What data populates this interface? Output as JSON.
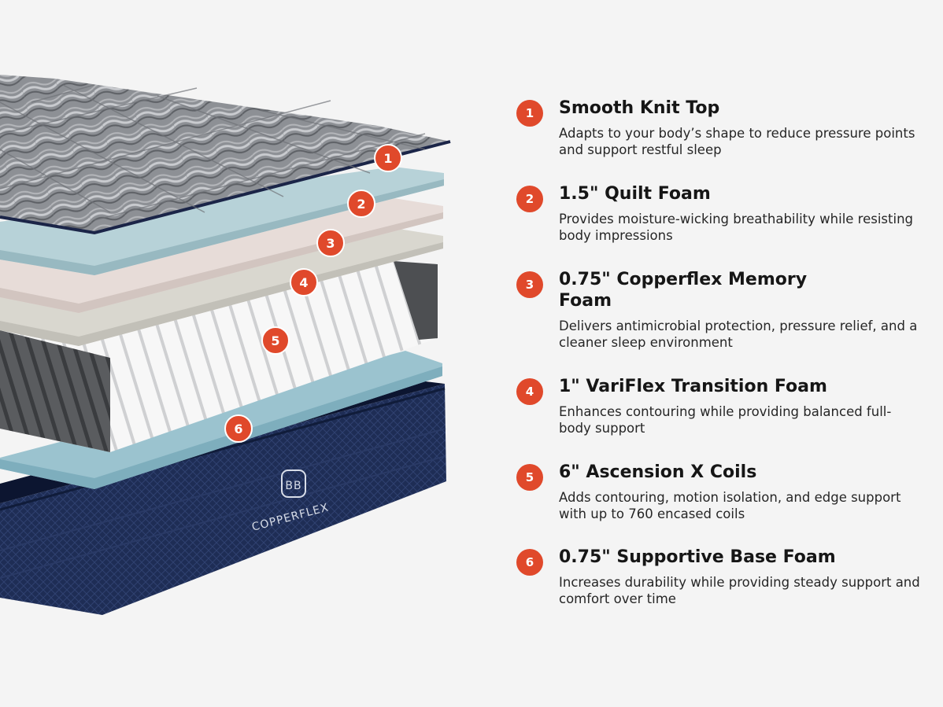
{
  "brand": {
    "name": "COPPERFLEX",
    "monogram": "BB"
  },
  "colors": {
    "accent": "#e0492b",
    "base_cover": "#1d2c52",
    "quilt_top": "#8b8e93"
  },
  "layers": [
    {
      "number": "1",
      "title": "Smooth Knit Top",
      "description": "Adapts to your body’s shape to reduce pressure points and support restful sleep"
    },
    {
      "number": "2",
      "title": "1.5\" Quilt Foam",
      "description": "Provides moisture-wicking breathability while resisting body impressions"
    },
    {
      "number": "3",
      "title": "0.75\" Copperflex Memory Foam",
      "description": "Delivers antimicrobial protection, pressure relief, and a cleaner sleep environment"
    },
    {
      "number": "4",
      "title": "1\" VariFlex Transition Foam",
      "description": "Enhances contouring while providing balanced full-body support"
    },
    {
      "number": "5",
      "title": "6\" Ascension X Coils",
      "description": "Adds contouring, motion isolation, and edge support with up to 760 encased coils"
    },
    {
      "number": "6",
      "title": "0.75\" Supportive Base Foam",
      "description": "Increases durability while providing steady support and comfort over time"
    }
  ]
}
